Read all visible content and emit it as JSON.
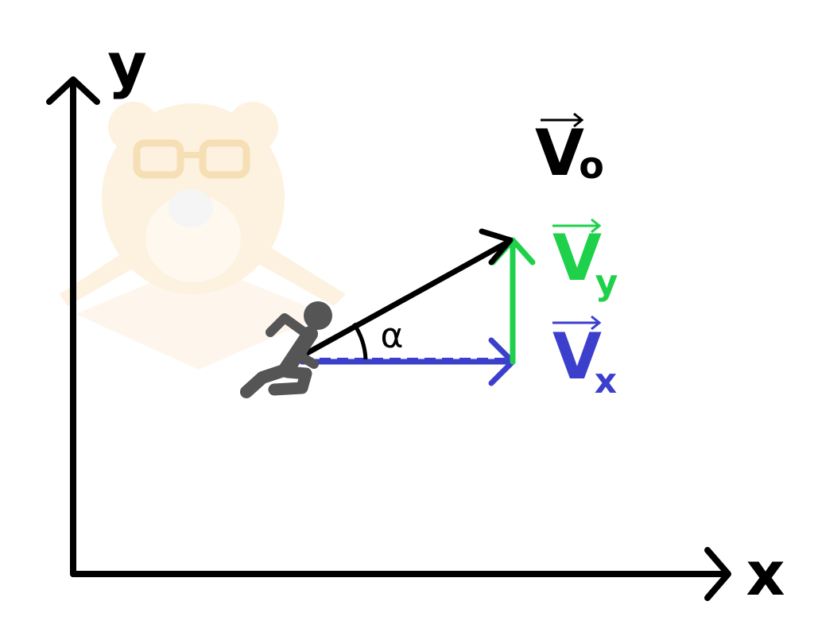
{
  "axes": {
    "x_label": "x",
    "y_label": "y"
  },
  "vectors": {
    "v0": {
      "letter": "V",
      "subscript": "o"
    },
    "vy": {
      "letter": "V",
      "subscript": "y"
    },
    "vx": {
      "letter": "V",
      "subscript": "x"
    }
  },
  "angle_label": "α",
  "colors": {
    "axes": "#000000",
    "v0": "#000000",
    "vy": "#1fd04a",
    "vx": "#3b3fcc",
    "runner": "#555555",
    "watermark": "#fdf3e2"
  },
  "icons": {
    "runner": "running-person-icon",
    "watermark": "bear-book-watermark-icon"
  }
}
